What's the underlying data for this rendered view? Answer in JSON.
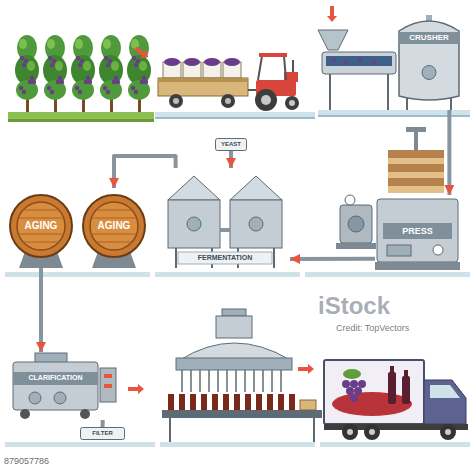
{
  "diagram": {
    "nodes": [
      {
        "text": [
          "CRUSHER"
        ]
      },
      {
        "text": [
          "AGING"
        ]
      },
      {
        "text": [
          "AGING"
        ]
      },
      {
        "text": [
          "YEAST"
        ]
      },
      {
        "text": [
          "FERMENTATION"
        ]
      },
      {
        "text": [
          "PRESS"
        ]
      },
      {
        "text": [
          "CLARIFICATION"
        ]
      },
      {
        "text": [
          "FILTER"
        ]
      }
    ],
    "edges": [
      {
        "from": 0,
        "to": 5,
        "arrow": "to"
      },
      {
        "from": 5,
        "to": 4,
        "arrow": "to"
      },
      {
        "from": 3,
        "to": 4,
        "arrow": "to"
      },
      {
        "from": 4,
        "to": 2,
        "arrow": "to"
      },
      {
        "from": 1,
        "to": 6,
        "arrow": "to"
      },
      {
        "from": 6,
        "to": 7,
        "arrow": "none"
      }
    ],
    "labels": [
      "iStock",
      "Credit: TopVectors",
      "879057786"
    ]
  }
}
